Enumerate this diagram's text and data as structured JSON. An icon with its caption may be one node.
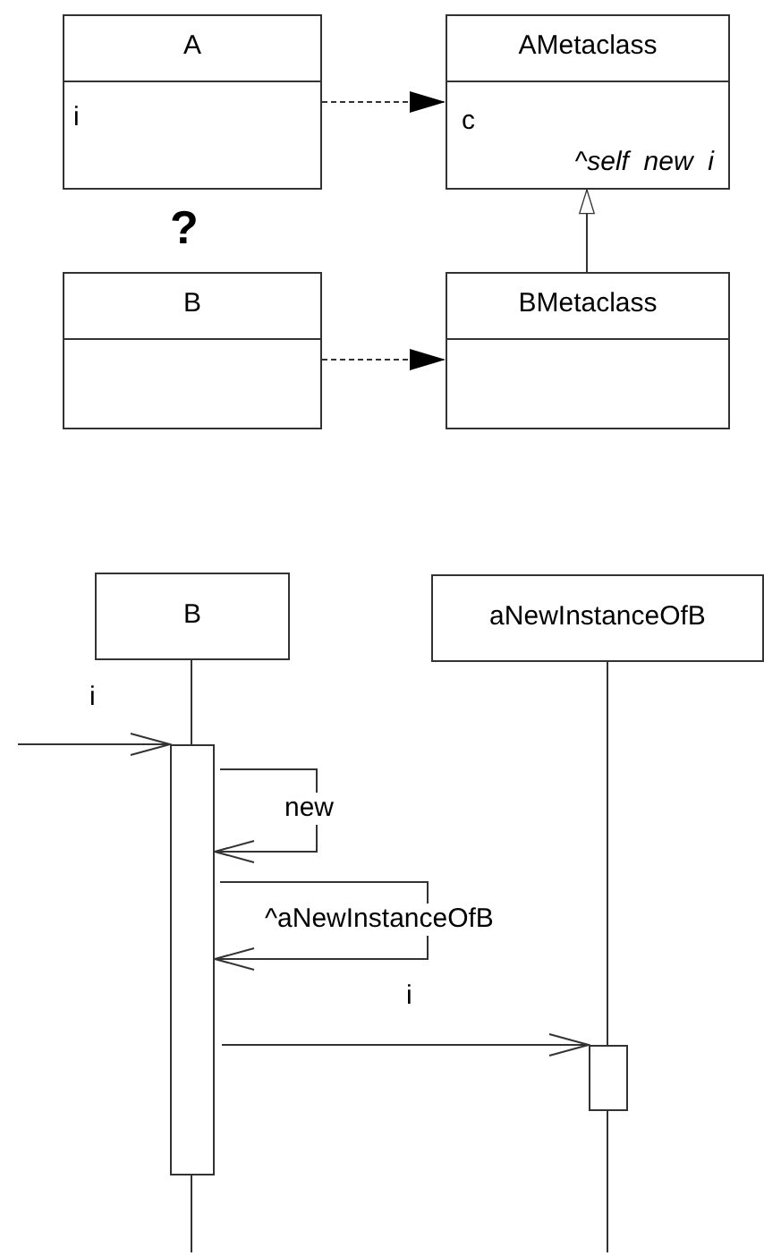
{
  "diagram": {
    "nodes": [
      {
        "text": [
          "A",
          "i"
        ]
      },
      {
        "text": [
          "AMetaclass",
          "c",
          "^self  new  i"
        ]
      },
      {
        "text": [
          "B"
        ]
      },
      {
        "text": [
          "BMetaclass"
        ]
      },
      {
        "text": [
          "B"
        ]
      },
      {
        "text": [
          "aNewInstanceOfB"
        ]
      },
      {
        "text": [],
        "shape": "bar"
      },
      {
        "text": [],
        "shape": "bar"
      }
    ],
    "edges": [
      {
        "from": 0,
        "to": 1,
        "arrow": "to",
        "style": "dashed"
      },
      {
        "from": 2,
        "to": 3,
        "arrow": "to",
        "style": "dashed"
      },
      {
        "from": 3,
        "to": 1,
        "arrow": "to"
      },
      {
        "from": 4,
        "to": 6,
        "arrow": "none"
      },
      {
        "from": 5,
        "to": 7,
        "arrow": "none"
      },
      {
        "from": null,
        "to": 6,
        "arrow": "to",
        "label": "i"
      },
      {
        "from": 6,
        "to": 6,
        "arrow": "to",
        "label": "new"
      },
      {
        "from": 6,
        "to": 6,
        "arrow": "to",
        "label": "^aNewInstanceOfB"
      },
      {
        "from": 6,
        "to": 7,
        "arrow": "to",
        "label": "i"
      }
    ],
    "labels": [
      "?"
    ]
  }
}
